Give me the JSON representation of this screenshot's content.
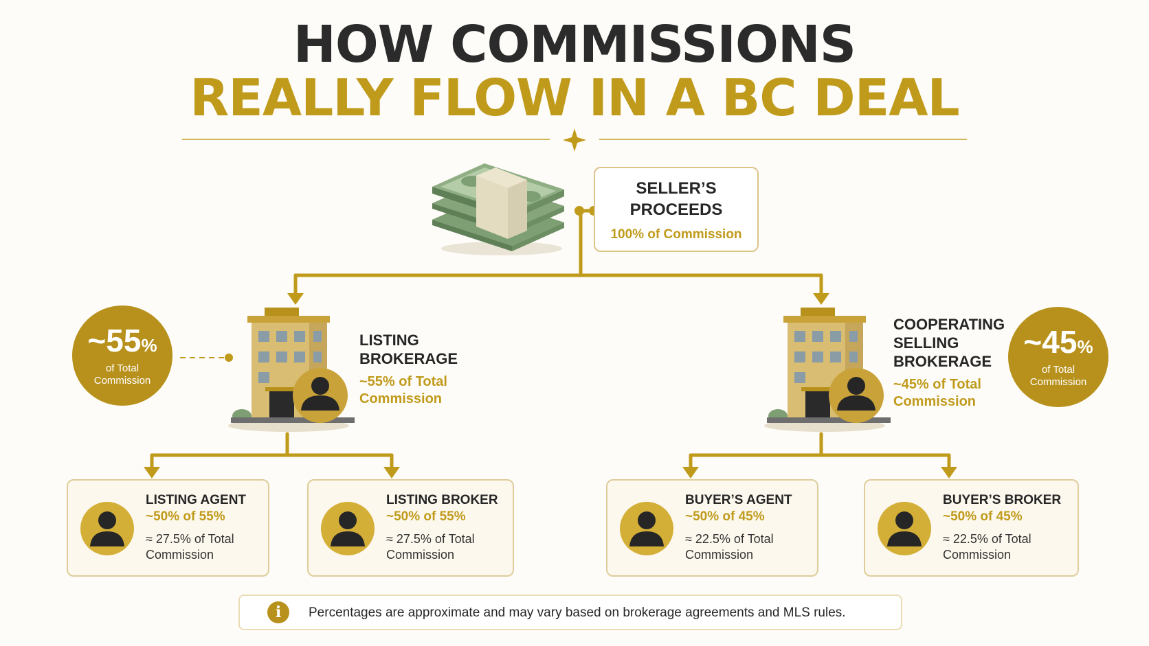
{
  "title": {
    "line1": "HOW COMMISSIONS",
    "line2": "REALLY FLOW IN A BC DEAL"
  },
  "seller": {
    "title_line1": "SELLER’S",
    "title_line2": "PROCEEDS",
    "share": "100% of Commission"
  },
  "listing_brokerage": {
    "title_line1": "LISTING",
    "title_line2": "BROKERAGE",
    "share_line1": "~55% of Total",
    "share_line2": "Commission",
    "badge_value": "~55",
    "badge_unit": "%",
    "badge_line1": "of Total",
    "badge_line2": "Commission"
  },
  "selling_brokerage": {
    "title_line1": "COOPERATING",
    "title_line2": "SELLING",
    "title_line3": "BROKERAGE",
    "share_line1": "~45% of Total",
    "share_line2": "Commission",
    "badge_value": "~45",
    "badge_unit": "%",
    "badge_line1": "of Total",
    "badge_line2": "Commission"
  },
  "cards": [
    {
      "title": "LISTING AGENT",
      "share": "~50% of 55%",
      "note_line1": "≈ 27.5% of Total",
      "note_line2": "Commission"
    },
    {
      "title": "LISTING BROKER",
      "share": "~50% of 55%",
      "note_line1": "≈ 27.5% of Total",
      "note_line2": "Commission"
    },
    {
      "title": "BUYER’S AGENT",
      "share": "~50% of 45%",
      "note_line1": "≈ 22.5% of Total",
      "note_line2": "Commission"
    },
    {
      "title": "BUYER’S BROKER",
      "share": "~50% of 45%",
      "note_line1": "≈ 22.5% of Total",
      "note_line2": "Commission"
    }
  ],
  "footnote": {
    "icon": "info-icon",
    "text": "Percentages are approximate and may vary based on brokerage agreements and MLS rules."
  },
  "colors": {
    "gold": "#b8911c",
    "gold_text": "#c09a1a",
    "dark_text": "#262626",
    "card_bg": "#fcf8ed",
    "money_green": "#7e9f73"
  },
  "icons": [
    "money-stack-icon",
    "building-icon",
    "person-avatar-icon",
    "sparkle-icon",
    "info-icon"
  ]
}
